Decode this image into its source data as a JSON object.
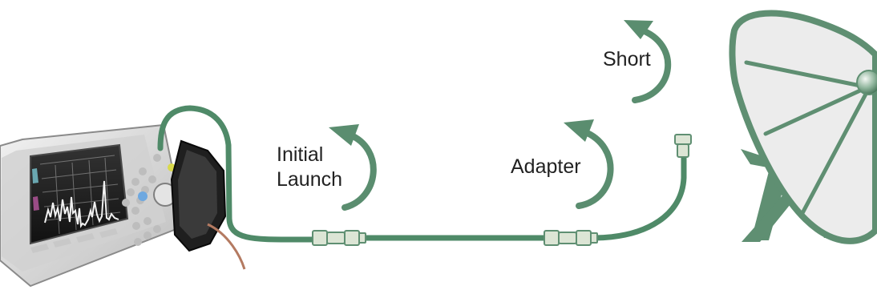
{
  "colors": {
    "cable": "#4f8a68",
    "arrow": "#5a8d6f",
    "dish_fill": "#ededed",
    "dish_stroke": "#5f8f72",
    "connector": "#cfd9c6",
    "instrument_body": "#d8d8d8",
    "screen": "#202020"
  },
  "labels": {
    "short": "Short",
    "initial_launch_line1": "Initial",
    "initial_launch_line2": "Launch",
    "adapter": "Adapter"
  },
  "icons": {
    "instrument": "spectrum-analyzer-icon",
    "antenna": "satellite-dish-icon"
  }
}
